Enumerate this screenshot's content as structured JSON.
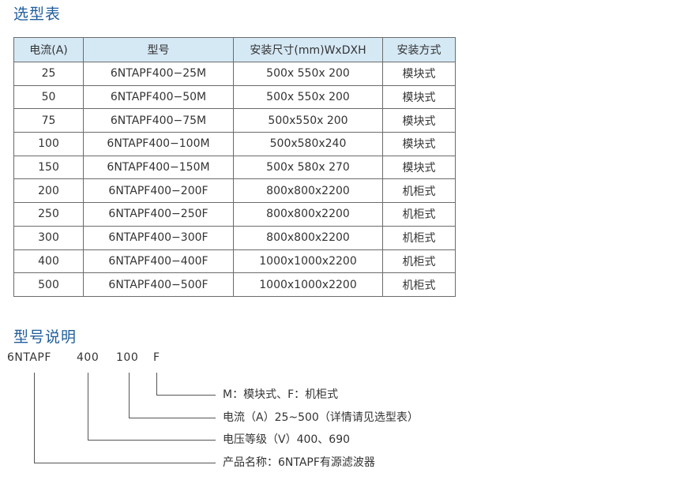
{
  "selection_table": {
    "title": "选型表",
    "headers": [
      "电流(A)",
      "型号",
      "安装尺寸(mm)WxDXH",
      "安装方式"
    ],
    "rows": [
      [
        "25",
        "6NTAPF400−25M",
        "500x 550x 200",
        "模块式"
      ],
      [
        "50",
        "6NTAPF400−50M",
        "500x 550x 200",
        "模块式"
      ],
      [
        "75",
        "6NTAPF400−75M",
        "500x550x 200",
        "模块式"
      ],
      [
        "100",
        "6NTAPF400−100M",
        "500x580x240",
        "模块式"
      ],
      [
        "150",
        "6NTAPF400−150M",
        "500x 580x 270",
        "模块式"
      ],
      [
        "200",
        "6NTAPF400−200F",
        "800x800x2200",
        "机柜式"
      ],
      [
        "250",
        "6NTAPF400−250F",
        "800x800x2200",
        "机柜式"
      ],
      [
        "300",
        "6NTAPF400−300F",
        "800x800x2200",
        "机柜式"
      ],
      [
        "400",
        "6NTAPF400−400F",
        "1000x1000x2200",
        "机柜式"
      ],
      [
        "500",
        "6NTAPF400−500F",
        "1000x1000x2200",
        "机柜式"
      ]
    ]
  },
  "model_explanation": {
    "title": "型号说明",
    "code_parts": [
      "6NTAPF",
      "400",
      "100",
      "F"
    ],
    "descriptions": {
      "type": "M：模块式、F：机柜式",
      "current": "电流（A）25~500（详情请见选型表）",
      "voltage": "电压等级（V）400、690",
      "product": "产品名称：6NTAPF有源滤波器"
    }
  },
  "colors": {
    "title_blue": "#1f5d9c",
    "header_bg": "#d5e9f5",
    "border": "#6b6b6b",
    "text": "#333333"
  }
}
